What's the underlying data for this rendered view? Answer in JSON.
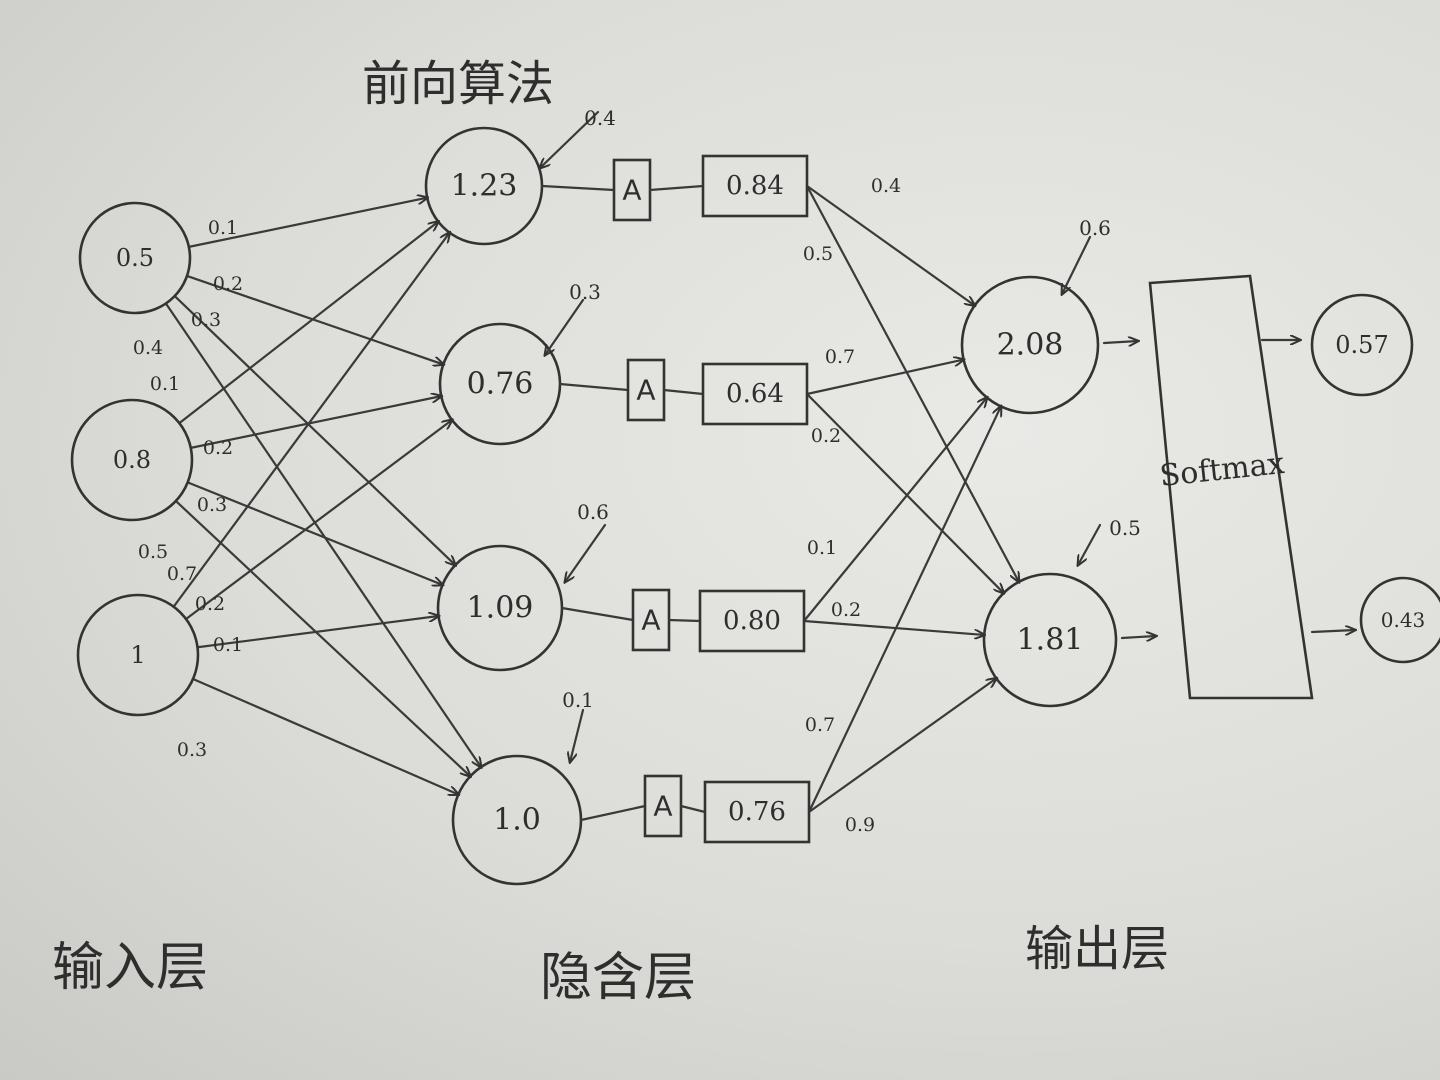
{
  "title": "前向算法",
  "layers": {
    "input": "输入层",
    "hidden": "隐含层",
    "output": "输出层"
  },
  "input_nodes": [
    {
      "id": "i1",
      "value": "0.5"
    },
    {
      "id": "i2",
      "value": "0.8"
    },
    {
      "id": "i3",
      "value": "1"
    }
  ],
  "hidden_nodes": [
    {
      "id": "h1",
      "value": "1.23",
      "bias": "0.4",
      "activation": "A",
      "activated": "0.84"
    },
    {
      "id": "h2",
      "value": "0.76",
      "bias": "0.3",
      "activation": "A",
      "activated": "0.64"
    },
    {
      "id": "h3",
      "value": "1.09",
      "bias": "0.6",
      "activation": "A",
      "activated": "0.80"
    },
    {
      "id": "h4",
      "value": "1.0",
      "bias": "0.1",
      "activation": "A",
      "activated": "0.76"
    }
  ],
  "output_nodes": [
    {
      "id": "o1",
      "value": "2.08",
      "bias": "0.6"
    },
    {
      "id": "o2",
      "value": "1.81",
      "bias": "0.5"
    }
  ],
  "softmax": {
    "label": "Softmax",
    "outputs": [
      {
        "id": "s1",
        "value": "0.57"
      },
      {
        "id": "s2",
        "value": "0.43"
      }
    ]
  },
  "input_hidden_weights": [
    {
      "from": "i1",
      "to": "h1",
      "w": "0.1"
    },
    {
      "from": "i1",
      "to": "h2",
      "w": "0.2"
    },
    {
      "from": "i1",
      "to": "h3",
      "w": "0.3"
    },
    {
      "from": "i1",
      "to": "h4",
      "w": "0.4"
    },
    {
      "from": "i2",
      "to": "h1",
      "w": "0.1"
    },
    {
      "from": "i2",
      "to": "h2",
      "w": "0.2"
    },
    {
      "from": "i2",
      "to": "h3",
      "w": "0.3"
    },
    {
      "from": "i2",
      "to": "h4",
      "w": "0.5"
    },
    {
      "from": "i3",
      "to": "h1",
      "w": "0.7"
    },
    {
      "from": "i3",
      "to": "h2",
      "w": "0.2"
    },
    {
      "from": "i3",
      "to": "h3",
      "w": "0.1"
    },
    {
      "from": "i3",
      "to": "h4",
      "w": "0.3"
    }
  ],
  "hidden_output_weights": [
    {
      "from": "h1",
      "to": "o1",
      "w": "0.4"
    },
    {
      "from": "h1",
      "to": "o2",
      "w": "0.5"
    },
    {
      "from": "h2",
      "to": "o1",
      "w": "0.7"
    },
    {
      "from": "h2",
      "to": "o2",
      "w": "0.2"
    },
    {
      "from": "h3",
      "to": "o1",
      "w": "0.1"
    },
    {
      "from": "h3",
      "to": "o2",
      "w": "0.2"
    },
    {
      "from": "h4",
      "to": "o1",
      "w": "0.7"
    },
    {
      "from": "h4",
      "to": "o2",
      "w": "0.9"
    }
  ]
}
